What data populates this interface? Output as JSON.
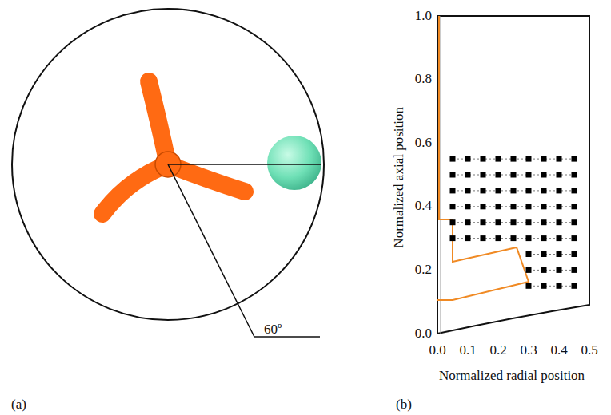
{
  "diagram": {
    "labels": [
      "60º",
      "(a)",
      "(b)",
      "1.0",
      "0.8",
      "0.6",
      "0.4",
      "0.2",
      "0.0",
      "0.0",
      "0.1",
      "0.2",
      "0.3",
      "0.4",
      "0.5",
      "Normalized axial position",
      "Normalized radial position"
    ]
  }
}
